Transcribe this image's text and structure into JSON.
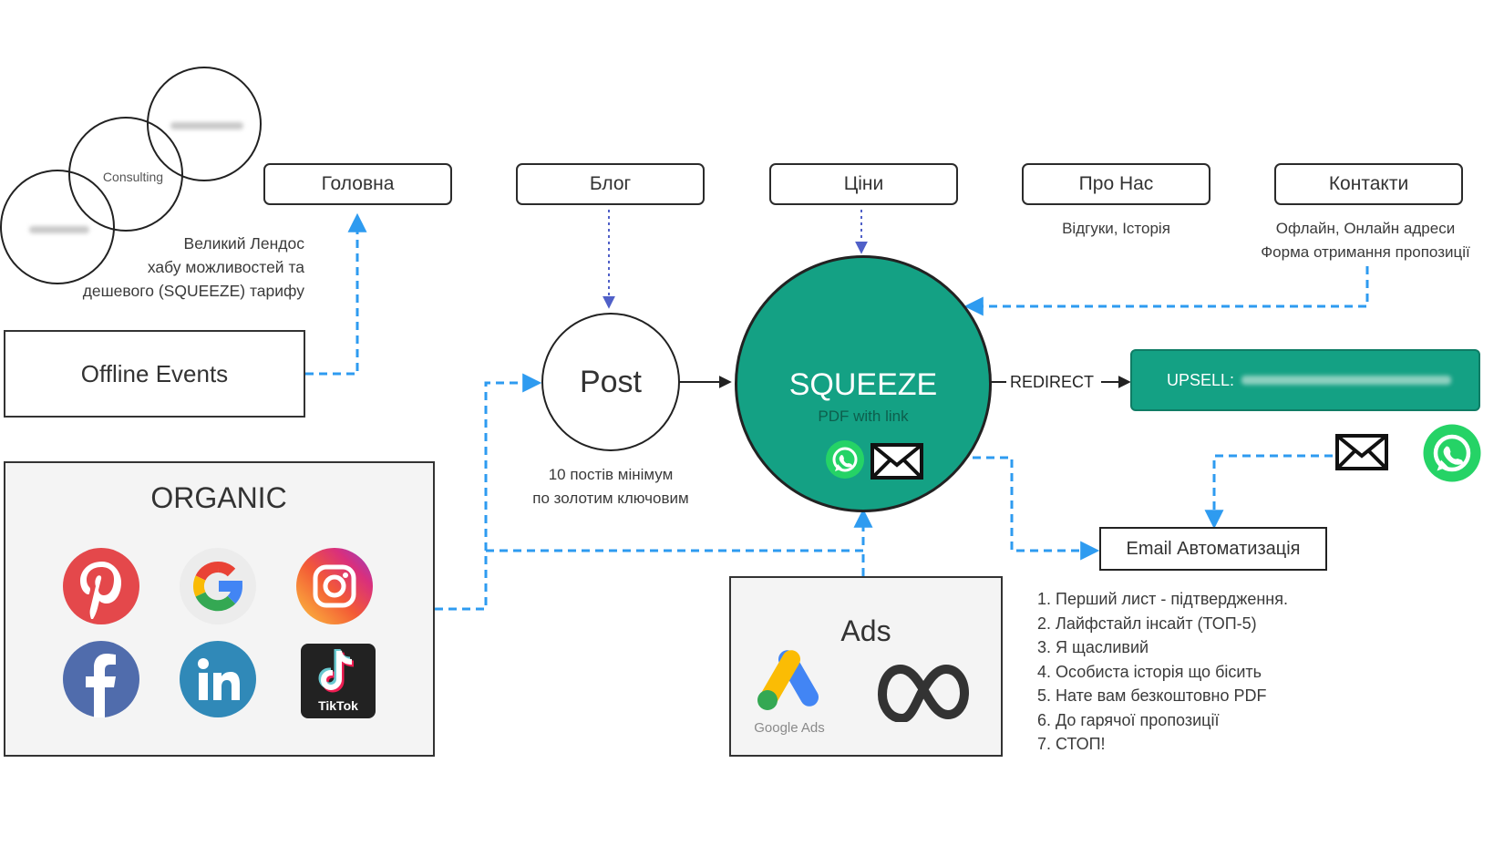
{
  "consulting_bubble": {
    "label": "Consulting"
  },
  "landing_note": [
    "Великий Лендос",
    "хабу можливостей та",
    "дешевого (SQUEEZE) тарифу"
  ],
  "nav": {
    "home": "Головна",
    "blog": "Блог",
    "prices": "Ціни",
    "about": "Про Нас",
    "contacts": "Контакти"
  },
  "about_note": "Відгуки, Історія",
  "contacts_note": [
    "Офлайн, Онлайн адреси",
    "Форма отримання пропозиції"
  ],
  "offline_events": "Offline Events",
  "post": {
    "label": "Post",
    "note": [
      "10 постів мінімум",
      "по золотим ключовим"
    ]
  },
  "squeeze": {
    "title": "SQUEEZE",
    "subtitle": "PDF with link",
    "accent_color": "#14a184"
  },
  "redirect_label": "REDIRECT",
  "upsell": {
    "label": "UPSELL:"
  },
  "email_automation": {
    "title": "Email Автоматизація",
    "steps": [
      "1. Перший лист - підтвердження.",
      "2. Лайфстайл інсайт (ТОП-5)",
      "3. Я щасливий",
      "4. Особиста історія що бісить",
      "5. Нате вам безкоштовно PDF",
      "6. До гарячої пропозиції",
      "7. СТОП!"
    ]
  },
  "organic": {
    "title": "ORGANIC",
    "icons": [
      "pinterest-icon",
      "google-icon",
      "instagram-icon",
      "facebook-icon",
      "linkedin-icon",
      "tiktok-icon"
    ],
    "tiktok_label": "TikTok"
  },
  "ads": {
    "title": "Ads",
    "google_ads_label": "Google Ads",
    "icons": [
      "google-ads-icon",
      "meta-icon"
    ]
  },
  "colors": {
    "dashed_connector": "#2e9bf0",
    "dotted_connector": "#5060c8",
    "squeeze_fill": "#14a184",
    "whatsapp": "#25d366"
  }
}
